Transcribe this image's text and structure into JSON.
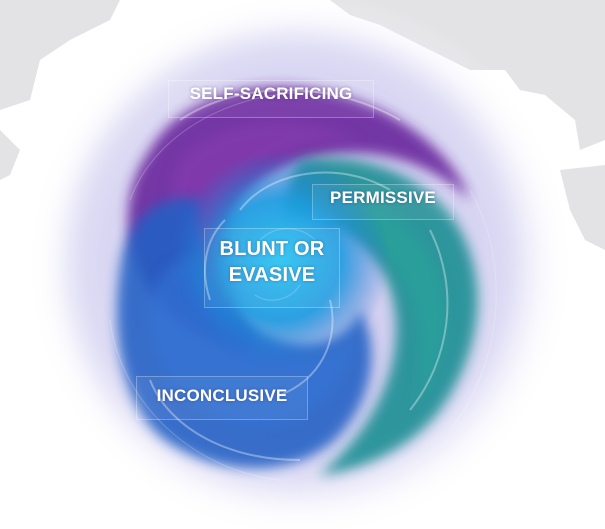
{
  "labels": {
    "self_sacrificing": "SELF-SACRIFICING",
    "permissive": "PERMISSIVE",
    "blunt_line1": "BLUNT OR",
    "blunt_line2": "EVASIVE",
    "inconclusive": "INCONCLUSIVE"
  },
  "colors": {
    "purple": "#6b2f9e",
    "teal": "#1a9a8c",
    "blue": "#1f63c6",
    "center": "#1fb0ea",
    "map": "#e2e2e4"
  }
}
